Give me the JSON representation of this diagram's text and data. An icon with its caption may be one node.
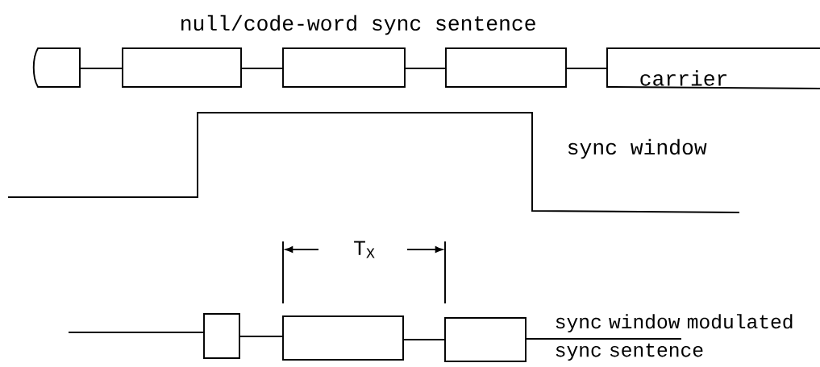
{
  "diagram": {
    "labels": [
      "null/code-word sync sentence",
      "carrier",
      "sync window",
      "T$_{X}$",
      "sync window modulated sync sentence"
    ]
  }
}
